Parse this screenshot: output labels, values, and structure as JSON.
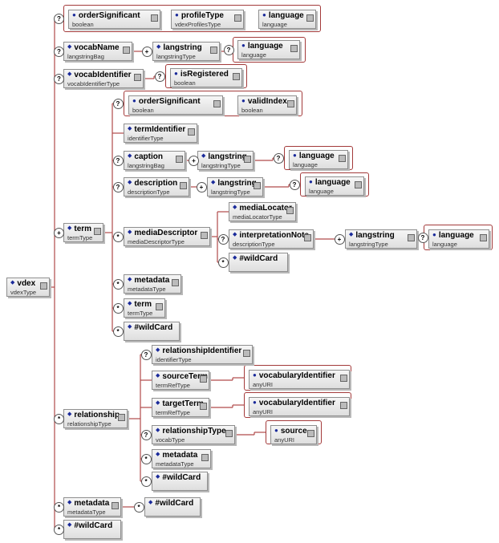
{
  "nodes": [
    {
      "id": "vdex",
      "title": "vdex",
      "type": "vdexType",
      "kind": "element"
    },
    {
      "id": "a_orderSignificant",
      "title": "orderSignificant",
      "type": "boolean",
      "kind": "attribute"
    },
    {
      "id": "a_profileType",
      "title": "profileType",
      "type": "vdexProfilesType",
      "kind": "attribute"
    },
    {
      "id": "a_language_root",
      "title": "language",
      "type": "language",
      "kind": "attribute"
    },
    {
      "id": "vocabName",
      "title": "vocabName",
      "type": "langstringBag",
      "kind": "element"
    },
    {
      "id": "vn_langstring",
      "title": "langstring",
      "type": "langstringType",
      "kind": "element"
    },
    {
      "id": "vn_language",
      "title": "language",
      "type": "language",
      "kind": "attribute"
    },
    {
      "id": "vocabIdentifier",
      "title": "vocabIdentifier",
      "type": "vocabIdentifierType",
      "kind": "element"
    },
    {
      "id": "vi_isRegistered",
      "title": "isRegistered",
      "type": "boolean",
      "kind": "attribute"
    },
    {
      "id": "term",
      "title": "term",
      "type": "termType",
      "kind": "element"
    },
    {
      "id": "t_orderSignificant",
      "title": "orderSignificant",
      "type": "boolean",
      "kind": "attribute"
    },
    {
      "id": "t_validIndex",
      "title": "validIndex",
      "type": "boolean",
      "kind": "attribute"
    },
    {
      "id": "termIdentifier",
      "title": "termIdentifier",
      "type": "identifierType",
      "kind": "element"
    },
    {
      "id": "caption",
      "title": "caption",
      "type": "langstringBag",
      "kind": "element"
    },
    {
      "id": "cap_langstring",
      "title": "langstring",
      "type": "langstringType",
      "kind": "element"
    },
    {
      "id": "cap_language",
      "title": "language",
      "type": "language",
      "kind": "attribute"
    },
    {
      "id": "description",
      "title": "description",
      "type": "descriptionType",
      "kind": "element"
    },
    {
      "id": "desc_langstring",
      "title": "langstring",
      "type": "langstringType",
      "kind": "element"
    },
    {
      "id": "desc_language",
      "title": "language",
      "type": "language",
      "kind": "attribute"
    },
    {
      "id": "mediaDescriptor",
      "title": "mediaDescriptor",
      "type": "mediaDescriptorType",
      "kind": "element"
    },
    {
      "id": "mediaLocator",
      "title": "mediaLocator",
      "type": "mediaLocatorType",
      "kind": "element"
    },
    {
      "id": "interpretationNote",
      "title": "interpretationNote",
      "type": "descriptionType",
      "kind": "element"
    },
    {
      "id": "in_langstring",
      "title": "langstring",
      "type": "langstringType",
      "kind": "element"
    },
    {
      "id": "in_language",
      "title": "language",
      "type": "language",
      "kind": "attribute"
    },
    {
      "id": "md_wildcard",
      "title": "#wildCard",
      "type": "",
      "kind": "element"
    },
    {
      "id": "t_metadata",
      "title": "metadata",
      "type": "metadataType",
      "kind": "element"
    },
    {
      "id": "t_term",
      "title": "term",
      "type": "termType",
      "kind": "element"
    },
    {
      "id": "t_wildcard",
      "title": "#wildCard",
      "type": "",
      "kind": "element"
    },
    {
      "id": "relationship",
      "title": "relationship",
      "type": "relationshipType",
      "kind": "element"
    },
    {
      "id": "relationshipIdentifier",
      "title": "relationshipIdentifier",
      "type": "identifierType",
      "kind": "element"
    },
    {
      "id": "sourceTerm",
      "title": "sourceTerm",
      "type": "termRefType",
      "kind": "element"
    },
    {
      "id": "st_vocabularyIdentifier",
      "title": "vocabularyIdentifier",
      "type": "anyURI",
      "kind": "attribute"
    },
    {
      "id": "targetTerm",
      "title": "targetTerm",
      "type": "termRefType",
      "kind": "element"
    },
    {
      "id": "tt_vocabularyIdentifier",
      "title": "vocabularyIdentifier",
      "type": "anyURI",
      "kind": "attribute"
    },
    {
      "id": "relationshipType",
      "title": "relationshipType",
      "type": "vocabType",
      "kind": "element"
    },
    {
      "id": "rt_source",
      "title": "source",
      "type": "anyURI",
      "kind": "attribute"
    },
    {
      "id": "r_metadata",
      "title": "metadata",
      "type": "metadataType",
      "kind": "element"
    },
    {
      "id": "r_wildcard",
      "title": "#wildCard",
      "type": "",
      "kind": "element"
    },
    {
      "id": "metadata",
      "title": "metadata",
      "type": "metadataType",
      "kind": "element"
    },
    {
      "id": "m_wildcard",
      "title": "#wildCard",
      "type": "",
      "kind": "element"
    },
    {
      "id": "wildcard",
      "title": "#wildCard",
      "type": "",
      "kind": "element"
    }
  ],
  "edges": [
    {
      "from": "vdex",
      "to": "a_orderSignificant",
      "occurrence": "optional"
    },
    {
      "from": "vdex",
      "to": "vocabName",
      "occurrence": "optional"
    },
    {
      "from": "vdex",
      "to": "vocabIdentifier",
      "occurrence": "optional"
    },
    {
      "from": "vdex",
      "to": "term",
      "occurrence": "one-or-more"
    },
    {
      "from": "vdex",
      "to": "relationship",
      "occurrence": "zero-or-more"
    },
    {
      "from": "vdex",
      "to": "metadata",
      "occurrence": "zero-or-more"
    },
    {
      "from": "vdex",
      "to": "wildcard",
      "occurrence": "zero-or-more"
    },
    {
      "from": "vocabName",
      "to": "vn_langstring",
      "occurrence": "one-or-more"
    },
    {
      "from": "vn_langstring",
      "to": "vn_language",
      "occurrence": "optional"
    },
    {
      "from": "vocabIdentifier",
      "to": "vi_isRegistered",
      "occurrence": "optional"
    },
    {
      "from": "term",
      "to": "t_orderSignificant",
      "occurrence": "optional"
    },
    {
      "from": "term",
      "to": "termIdentifier",
      "occurrence": "required"
    },
    {
      "from": "term",
      "to": "caption",
      "occurrence": "optional"
    },
    {
      "from": "term",
      "to": "description",
      "occurrence": "optional"
    },
    {
      "from": "term",
      "to": "mediaDescriptor",
      "occurrence": "zero-or-more"
    },
    {
      "from": "term",
      "to": "t_metadata",
      "occurrence": "zero-or-more"
    },
    {
      "from": "term",
      "to": "t_term",
      "occurrence": "zero-or-more"
    },
    {
      "from": "term",
      "to": "t_wildcard",
      "occurrence": "zero-or-more"
    },
    {
      "from": "caption",
      "to": "cap_langstring",
      "occurrence": "one-or-more"
    },
    {
      "from": "cap_langstring",
      "to": "cap_language",
      "occurrence": "optional"
    },
    {
      "from": "description",
      "to": "desc_langstring",
      "occurrence": "one-or-more"
    },
    {
      "from": "desc_langstring",
      "to": "desc_language",
      "occurrence": "optional"
    },
    {
      "from": "mediaDescriptor",
      "to": "mediaLocator",
      "occurrence": "required"
    },
    {
      "from": "mediaDescriptor",
      "to": "interpretationNote",
      "occurrence": "optional"
    },
    {
      "from": "mediaDescriptor",
      "to": "md_wildcard",
      "occurrence": "zero-or-more"
    },
    {
      "from": "interpretationNote",
      "to": "in_langstring",
      "occurrence": "one-or-more"
    },
    {
      "from": "in_langstring",
      "to": "in_language",
      "occurrence": "optional"
    },
    {
      "from": "relationship",
      "to": "relationshipIdentifier",
      "occurrence": "optional"
    },
    {
      "from": "relationship",
      "to": "sourceTerm",
      "occurrence": "required"
    },
    {
      "from": "relationship",
      "to": "targetTerm",
      "occurrence": "required"
    },
    {
      "from": "relationship",
      "to": "relationshipType",
      "occurrence": "optional"
    },
    {
      "from": "relationship",
      "to": "r_metadata",
      "occurrence": "zero-or-more"
    },
    {
      "from": "relationship",
      "to": "r_wildcard",
      "occurrence": "zero-or-more"
    },
    {
      "from": "sourceTerm",
      "to": "st_vocabularyIdentifier",
      "occurrence": "required"
    },
    {
      "from": "targetTerm",
      "to": "tt_vocabularyIdentifier",
      "occurrence": "required"
    },
    {
      "from": "relationshipType",
      "to": "rt_source",
      "occurrence": "required"
    },
    {
      "from": "metadata",
      "to": "m_wildcard",
      "occurrence": "zero-or-more"
    }
  ],
  "colors": {
    "element_marker": "#1a2a9a",
    "attribute_group_border": "#a33a3a",
    "connector": "#b04a4a"
  }
}
